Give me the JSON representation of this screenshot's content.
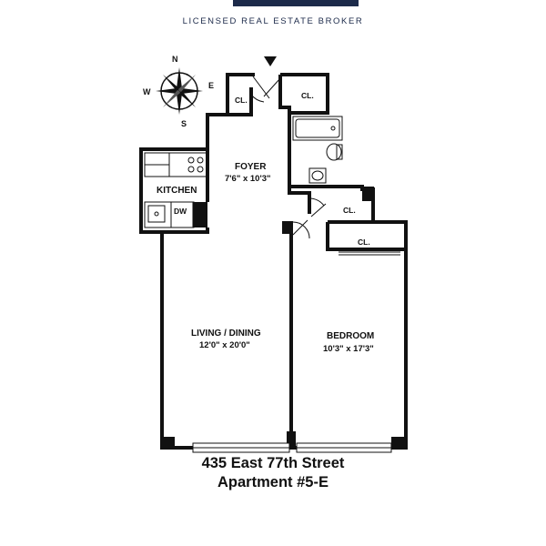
{
  "header": {
    "broker_tagline": "LICENSED REAL ESTATE BROKER"
  },
  "compass": {
    "north": "N",
    "south": "S",
    "east": "E",
    "west": "W"
  },
  "rooms": {
    "foyer": {
      "name": "FOYER",
      "dimensions": "7'6\" x 10'3\""
    },
    "kitchen": {
      "name": "KITCHEN",
      "appliance": "DW"
    },
    "living": {
      "name": "LIVING / DINING",
      "dimensions": "12'0\" x 20'0\""
    },
    "bedroom": {
      "name": "BEDROOM",
      "dimensions": "10'3\" x 17'3\""
    },
    "closet_label": "CL."
  },
  "listing": {
    "street": "435 East 77th Street",
    "unit": "Apartment #5-E"
  }
}
